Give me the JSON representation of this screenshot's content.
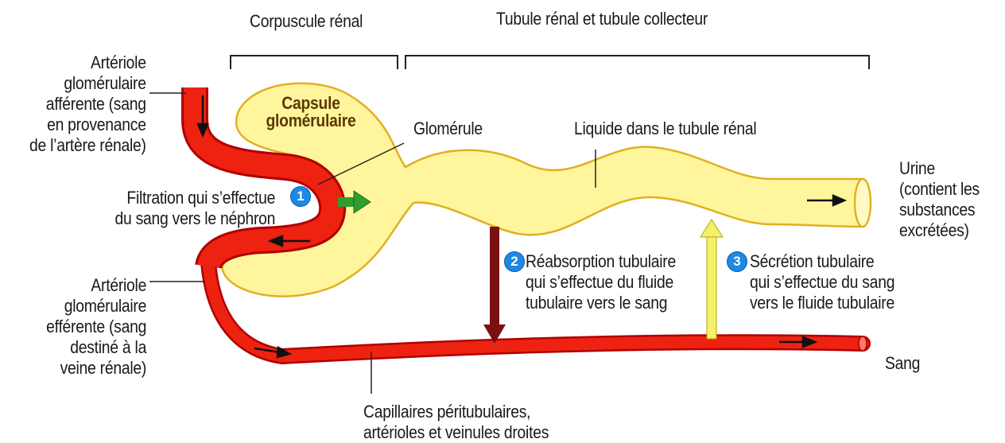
{
  "headers": {
    "corpuscle": "Corpuscule rénal",
    "tubule": "Tubule rénal et tubule collecteur"
  },
  "labels": {
    "afferent": [
      "Artériole",
      "glomérulaire",
      "afférente (sang",
      "en provenance",
      "de l’artère rénale)"
    ],
    "efferent": [
      "Artériole",
      "glomérulaire",
      "efférente (sang",
      "destiné à la",
      "veine rénale)"
    ],
    "filtration": [
      "Filtration qui s’effectue",
      "du sang vers le néphron"
    ],
    "capsule": [
      "Capsule",
      "glomérulaire"
    ],
    "glomerulus": "Glomérule",
    "tubule_fluid": "Liquide dans le tubule rénal",
    "urine": [
      "Urine",
      "(contient les",
      "substances",
      "excrétées)"
    ],
    "reabsorption": [
      "Réabsorption tubulaire",
      "qui s’effectue du fluide",
      "tubulaire vers le sang"
    ],
    "secretion": [
      "Sécrétion tubulaire",
      "qui s’effectue du sang",
      "vers le fluide tubulaire"
    ],
    "blood": "Sang",
    "capillaries": [
      "Capillaires péritubulaires,",
      "artérioles et veinules droites"
    ]
  },
  "badges": {
    "filtration": "1",
    "reabsorption": "2",
    "secretion": "3"
  },
  "colors": {
    "vessel": "#ee2211",
    "vessel_dark": "#b00000",
    "tubule_fill": "#fff59d",
    "tubule_edge": "#e0b020",
    "filtration_arrow": "#2e9d2e",
    "reabsorption_arrow": "#7a1010",
    "secretion_arrow": "#f5f06a",
    "badge": "#1e88e5"
  }
}
